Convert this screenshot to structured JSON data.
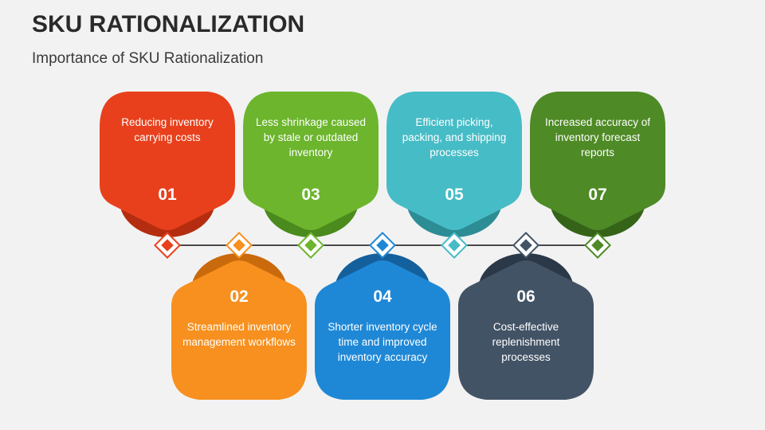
{
  "header": {
    "title": "SKU RATIONALIZATION",
    "subtitle": "Importance of SKU Rationalization"
  },
  "timeline": {
    "line_color": "#4a4a4a"
  },
  "steps": [
    {
      "number": "01",
      "text": "Reducing inventory carrying costs",
      "position": "top",
      "color": "#e8401c",
      "dark_color": "#b52d10",
      "marker_color": "#e8401c"
    },
    {
      "number": "02",
      "text": "Streamlined inventory management workflows",
      "position": "bottom",
      "color": "#f7901e",
      "dark_color": "#c96a0c",
      "marker_color": "#f7901e"
    },
    {
      "number": "03",
      "text": "Less shrinkage caused by stale or outdated inventory",
      "position": "top",
      "color": "#6cb52d",
      "dark_color": "#4b8a1c",
      "marker_color": "#6cb52d"
    },
    {
      "number": "04",
      "text": "Shorter inventory cycle time and improved inventory accuracy",
      "position": "bottom",
      "color": "#1f88d6",
      "dark_color": "#14609c",
      "marker_color": "#1f88d6"
    },
    {
      "number": "05",
      "text": "Efficient picking, packing, and shipping processes",
      "position": "top",
      "color": "#46bcc6",
      "dark_color": "#2c8d95",
      "marker_color": "#46bcc6"
    },
    {
      "number": "06",
      "text": "Cost-effective replenishment processes",
      "position": "bottom",
      "color": "#435366",
      "dark_color": "#2b3848",
      "marker_color": "#435366"
    },
    {
      "number": "07",
      "text": "Increased accuracy of inventory forecast reports",
      "position": "top",
      "color": "#4e8a25",
      "dark_color": "#356419",
      "marker_color": "#4e8a25"
    }
  ]
}
